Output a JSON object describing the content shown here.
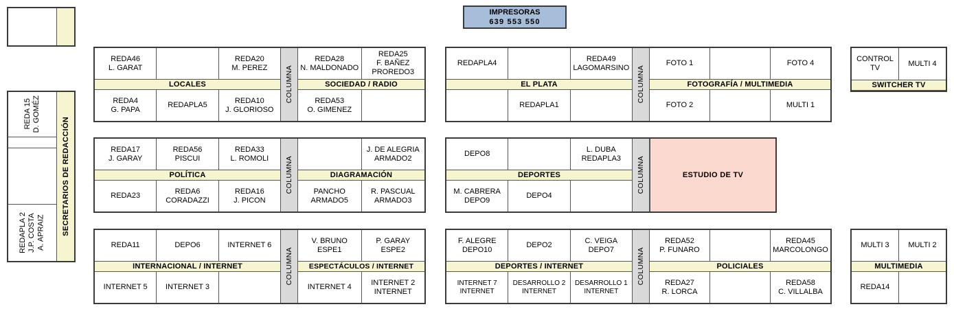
{
  "colors": {
    "band": "#f7f5d0",
    "columna": "#d9d9d9",
    "impresoras": "#a7bedb",
    "estudio": "#fbd9ce",
    "border": "#3a3a3a"
  },
  "impresoras": {
    "title": "IMPRESORAS",
    "numbers": "639  553  550"
  },
  "sidebar": {
    "label": "SECRETARIOS DE REDACCIÓN",
    "cells": [
      {
        "text": "REDA 15\nD. GOMÉZ"
      },
      {
        "text": ""
      },
      {
        "text": ""
      },
      {
        "text": "REDAPLA 2\nJ.P. COSTA\nA. APRAIZ"
      }
    ]
  },
  "blocks": [
    {
      "id": "locales-sociedad",
      "left": {
        "band": "LOCALES",
        "top": [
          "REDA46\nL. GARAT",
          "",
          "REDA20\nM. PEREZ"
        ],
        "bottom": [
          "REDA4\nG. PAPA",
          "REDAPLA5",
          "REDA10\nJ. GLORIOSO"
        ]
      },
      "columna": "COLUMNA",
      "right": {
        "band": "SOCIEDAD / RADIO",
        "top": [
          "REDA28\nN. MALDONADO",
          "REDA25\nF. BAÑEZ\nPROREDO3"
        ],
        "bottom": [
          "REDA53\nO. GIMENEZ",
          ""
        ]
      }
    },
    {
      "id": "elplata-fotografia",
      "left": {
        "band": "EL PLATA",
        "top": [
          "REDAPLA4",
          "",
          "REDA49\nLAGOMARSINO"
        ],
        "bottom": [
          "",
          "REDAPLA1",
          ""
        ]
      },
      "columna": "COLUMNA",
      "right": {
        "band": "FOTOGRAFÍA / MULTIMEDIA",
        "top": [
          "FOTO 1",
          "",
          "FOTO 4"
        ],
        "bottom": [
          "FOTO 2",
          "",
          "MULTI 1"
        ]
      }
    },
    {
      "id": "switcher-tv",
      "band": "SWITCHER TV",
      "top": [
        "CONTROL TV",
        "MULTI 4"
      ]
    },
    {
      "id": "politica-diagramacion",
      "left": {
        "band": "POLÍTICA",
        "top": [
          "REDA17\nJ. GARAY",
          "REDA56\nPISCUI",
          "REDA33\nL. ROMOLI"
        ],
        "bottom": [
          "REDA23",
          "REDA6\nCORADAZZI",
          "REDA16\nJ. PICON"
        ]
      },
      "columna": "COLUMNA",
      "right": {
        "band": "DIAGRAMACIÓN",
        "top": [
          "",
          "J. DE ALEGRIA\nARMADO2"
        ],
        "bottom": [
          "PANCHO\nARMADO5",
          "R. PASCUAL\nARMADO3"
        ]
      }
    },
    {
      "id": "deportes-estudio",
      "left": {
        "band": "DEPORTES",
        "top": [
          "DEPO8",
          "",
          "L. DUBA\nREDAPLA3"
        ],
        "bottom": [
          "M. CABRERA\nDEPO9",
          "DEPO4",
          ""
        ]
      },
      "columna": "COLUMNA",
      "estudio": "ESTUDIO DE TV"
    },
    {
      "id": "internacional-espectaculos",
      "left": {
        "band": "INTERNACIONAL / INTERNET",
        "top": [
          "REDA11",
          "DEPO6",
          "INTERNET 6"
        ],
        "bottom": [
          "INTERNET 5",
          "INTERNET 3",
          ""
        ]
      },
      "columna": "COLUMNA",
      "right": {
        "band": "ESPECTÁCULOS / INTERNET",
        "top": [
          "V. BRUNO\nESPE1",
          "P. GARAY\nESPE2"
        ],
        "bottom": [
          "INTERNET 4",
          "INTERNET 2\nINTERNET"
        ]
      }
    },
    {
      "id": "deportes-policiales",
      "left": {
        "band": "DEPORTES / INTERNET",
        "top": [
          "F. ALEGRE\nDEPO10",
          "DEPO2",
          "C. VEIGA\nDEPO7"
        ],
        "bottom": [
          "INTERNET 7\nINTERNET",
          "DESARROLLO 2\nINTERNET",
          "DESARROLLO 1\nINTERNET"
        ]
      },
      "columna": "COLUMNA",
      "right": {
        "band": "POLICIALES",
        "top": [
          "REDA52\nP. FUNARO",
          "",
          "REDA45\nMARCOLONGO"
        ],
        "bottom": [
          "REDA27\nR. LORCA",
          "",
          "REDA58\nC. VILLALBA"
        ]
      }
    },
    {
      "id": "multimedia",
      "band": "MULTIMEDIA",
      "top": [
        "MULTI 3",
        "MULTI 2"
      ],
      "bottom": [
        "REDA14",
        ""
      ]
    }
  ]
}
